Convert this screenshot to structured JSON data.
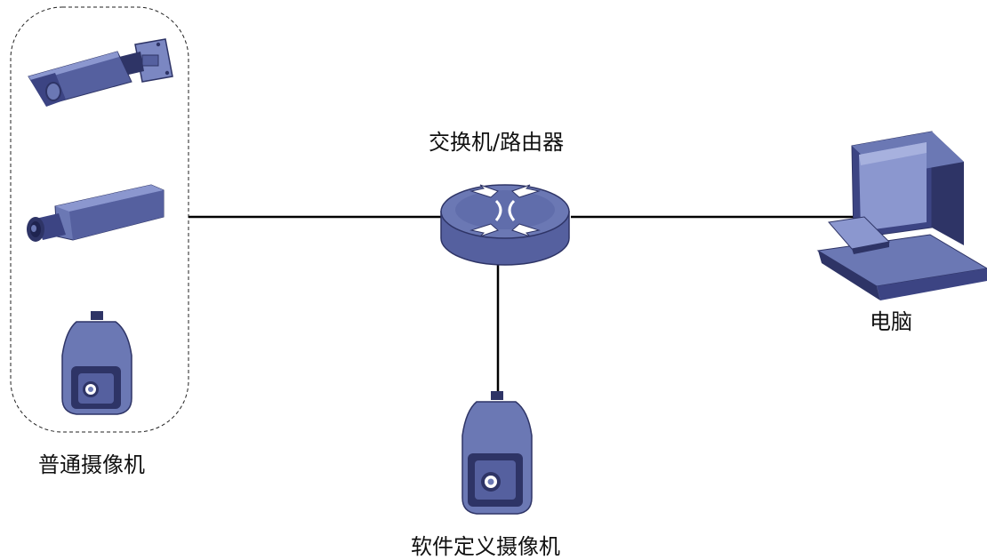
{
  "labels": {
    "router": "交换机/路由器",
    "pc": "电脑",
    "normal_cameras": "普通摄像机",
    "software_defined_camera": "软件定义摄像机"
  },
  "icons": {
    "bullet_camera": "bullet-camera-icon",
    "box_camera": "box-camera-icon",
    "dome_camera": "ptz-dome-camera-icon",
    "router": "router-icon",
    "pc": "desktop-computer-icon"
  },
  "colors": {
    "device_light": "#6b78b4",
    "device_mid": "#55609f",
    "device_dark": "#2e3466",
    "screen": "#8b97cf",
    "line": "#000000",
    "text": "#111111"
  }
}
